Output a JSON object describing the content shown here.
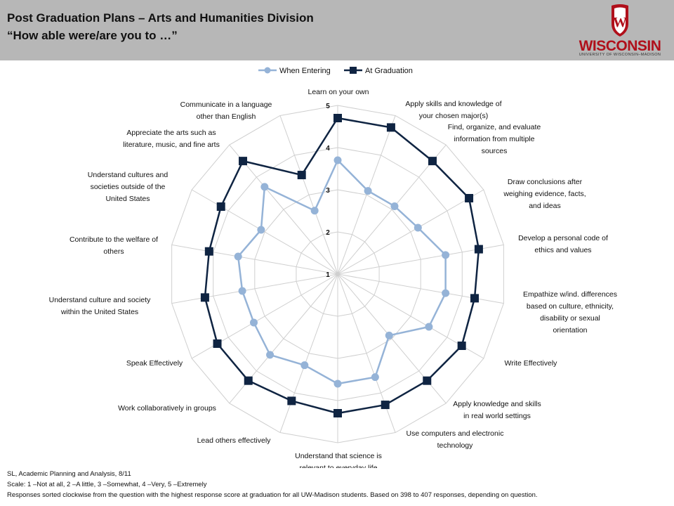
{
  "header": {
    "title_line1": "Post Graduation Plans – Arts and Humanities Division",
    "title_line2": "“How able were/are you to …”",
    "logo_text": "WISCONSIN",
    "logo_subtext": "UNIVERSITY OF WISCONSIN–MADISON",
    "logo_crest_letter": "W"
  },
  "colors": {
    "header_bg": "#b7b7b7",
    "entering": "#95b3d7",
    "graduation": "#0f2442",
    "logo_red": "#b0101b"
  },
  "chart_data": {
    "type": "radar",
    "axes": [
      "Learn on your own",
      "Apply skills and knowledge of your chosen major(s)",
      "Find, organize, and evaluate information from multiple sources",
      "Draw conclusions after weighing evidence, facts, and ideas",
      "Develop a personal code of ethics and values",
      "Empathize w/ind. differences based on culture, ethnicity, disability or sexual orientation",
      "Write Effectively",
      "Apply knowledge and skills in real world settings",
      "Use computers and electronic technology",
      "Understand that science is relevant to everyday life",
      "Lead others effectively",
      "Work collaboratively in groups",
      "Speak Effectively",
      "Understand culture and society within the United States",
      "Contribute to the welfare of others",
      "Understand cultures and societies outside of the United States",
      "Appreciate the arts such as literature, music, and fine arts",
      "Communicate in a language other than English"
    ],
    "series": [
      {
        "name": "When Entering",
        "values": [
          3.7,
          3.1,
          3.1,
          3.2,
          3.6,
          3.6,
          3.5,
          2.9,
          3.6,
          3.6,
          3.3,
          3.5,
          3.3,
          3.3,
          3.4,
          3.1,
          3.7,
          2.6
        ]
      },
      {
        "name": "At Graduation",
        "values": [
          4.7,
          4.7,
          4.5,
          4.6,
          4.4,
          4.3,
          4.4,
          4.3,
          4.3,
          4.3,
          4.2,
          4.3,
          4.3,
          4.2,
          4.1,
          4.2,
          4.5,
          3.5
        ]
      }
    ],
    "scale": {
      "min": 1,
      "max": 5,
      "ticks": [
        1,
        2,
        3,
        4,
        5
      ]
    },
    "legend": "top",
    "grid": true
  },
  "footer": {
    "line1": "SL, Academic Planning and Analysis, 8/11",
    "line2": "Scale: 1 –Not at all, 2 –A little, 3 –Somewhat, 4 –Very, 5 –Extremely",
    "line3": "Responses sorted clockwise from the question with the highest response score at graduation for all UW-Madison students. Based on 398 to 407 responses, depending on question."
  }
}
